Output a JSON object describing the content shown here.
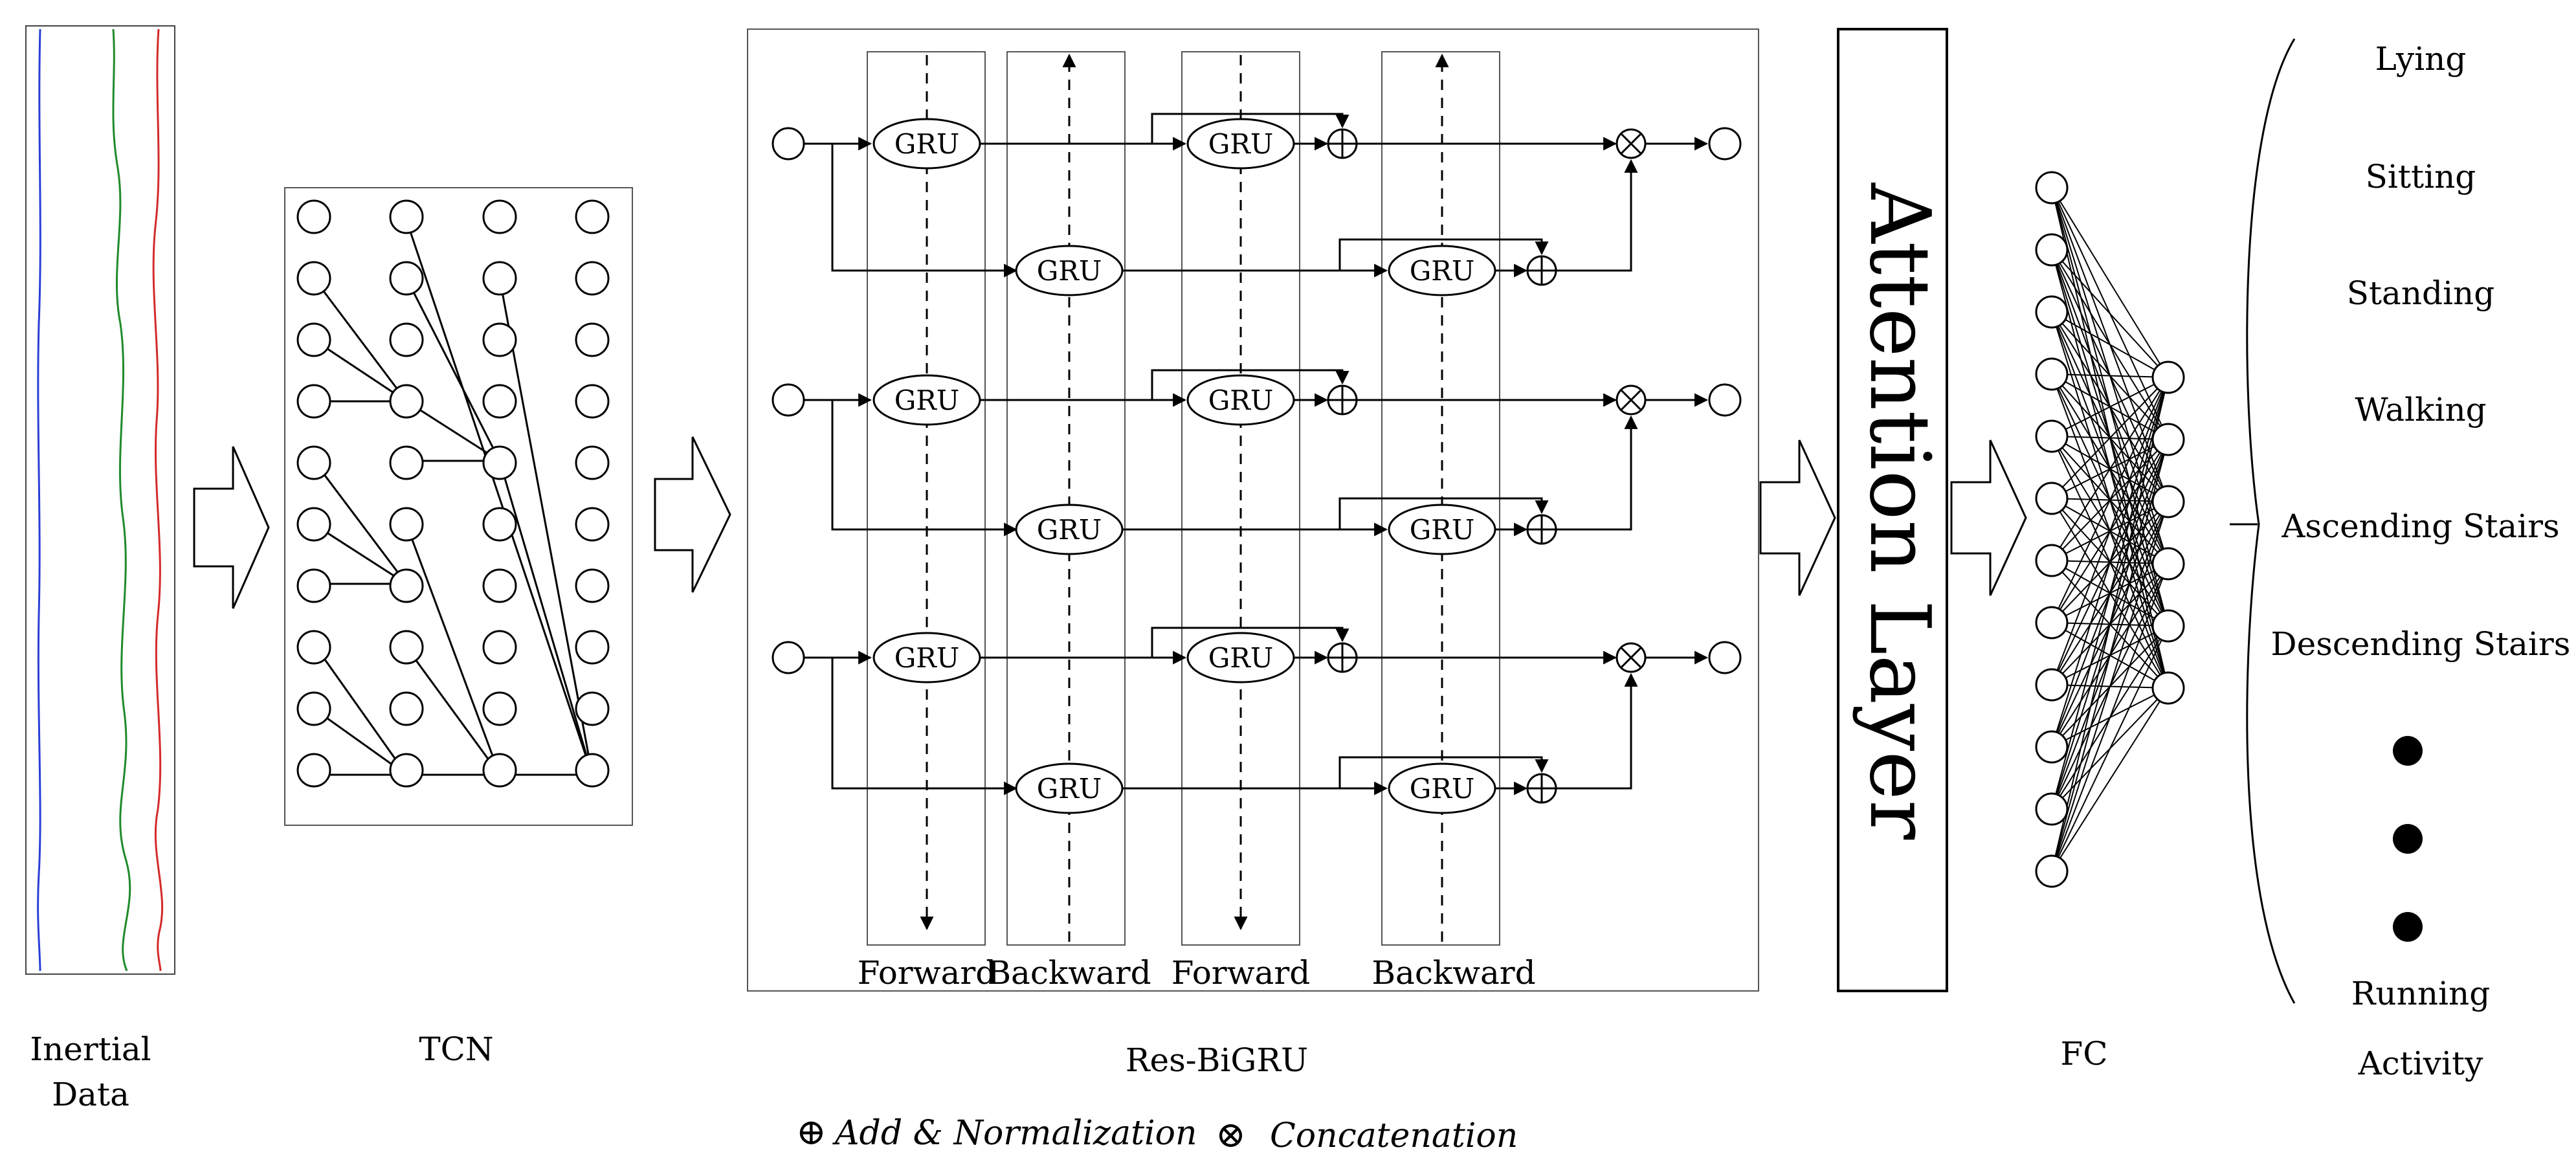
{
  "sections": {
    "inertial": {
      "line1": "Inertial",
      "line2": "Data"
    },
    "tcn": "TCN",
    "resbigru": "Res-BiGRU",
    "fc": "FC",
    "activity": "Activity"
  },
  "gru_label": "GRU",
  "columns": [
    "Forward",
    "Backward",
    "Forward",
    "Backward"
  ],
  "attention": "Attention Layer",
  "activities": [
    "Lying",
    "Sitting",
    "Standing",
    "Walking",
    "Ascending Stairs",
    "Descending Stairs",
    "Running"
  ],
  "legend": {
    "add_symbol": "⊕",
    "add_text": "Add & Normalization",
    "concat_symbol": "⊗",
    "concat_text": "Concatenation"
  },
  "colors": {
    "stroke": "#000000",
    "signal_blue": "#2a3fd6",
    "signal_green": "#1f8a2a",
    "signal_red": "#d42a2a"
  }
}
